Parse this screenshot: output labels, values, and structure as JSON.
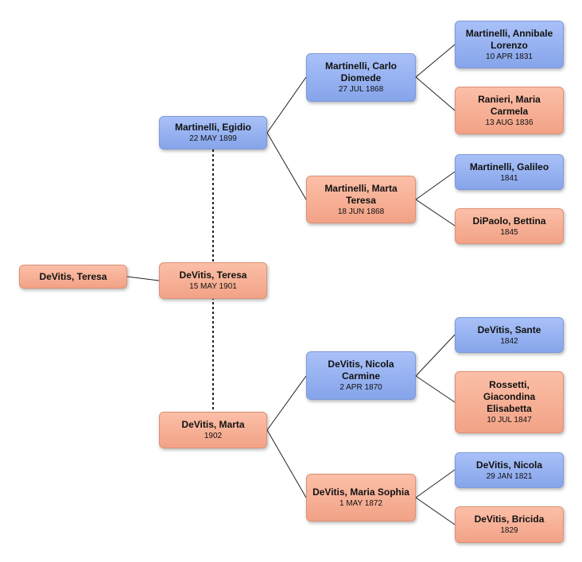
{
  "colors": {
    "male": "#8fa9ee",
    "female": "#f4a98d",
    "line": "#222222"
  },
  "nodes": {
    "root": {
      "name": "DeVitis, Teresa",
      "date": ""
    },
    "p1_self": {
      "name": "DeVitis, Teresa",
      "date": "15 MAY 1901"
    },
    "p1_father": {
      "name": "Martinelli, Egidio",
      "date": "22 MAY 1899"
    },
    "p1_mother": {
      "name": "DeVitis, Marta",
      "date": "1902"
    },
    "gf_paternal": {
      "name": "Martinelli, Carlo Diomede",
      "date": "27 JUL 1868"
    },
    "gm_paternal": {
      "name": "Martinelli, Marta Teresa",
      "date": "18 JUN 1868"
    },
    "gf_maternal": {
      "name": "DeVitis, Nicola Carmine",
      "date": "2 APR 1870"
    },
    "gm_maternal": {
      "name": "DeVitis, Maria Sophia",
      "date": "1 MAY 1872"
    },
    "ggf_1": {
      "name": "Martinelli, Annibale Lorenzo",
      "date": "10 APR 1831"
    },
    "ggm_1": {
      "name": "Ranieri, Maria Carmela",
      "date": "13 AUG 1836"
    },
    "ggf_2": {
      "name": "Martinelli, Galileo",
      "date": "1841"
    },
    "ggm_2": {
      "name": "DiPaolo, Bettina",
      "date": "1845"
    },
    "ggf_3": {
      "name": "DeVitis, Sante",
      "date": "1842"
    },
    "ggm_3": {
      "name": "Rossetti, Giacondina Elisabetta",
      "date": "10 JUL 1847"
    },
    "ggf_4": {
      "name": "DeVitis, Nicola",
      "date": "29 JAN 1821"
    },
    "ggm_4": {
      "name": "DeVitis, Bricida",
      "date": "1829"
    }
  }
}
